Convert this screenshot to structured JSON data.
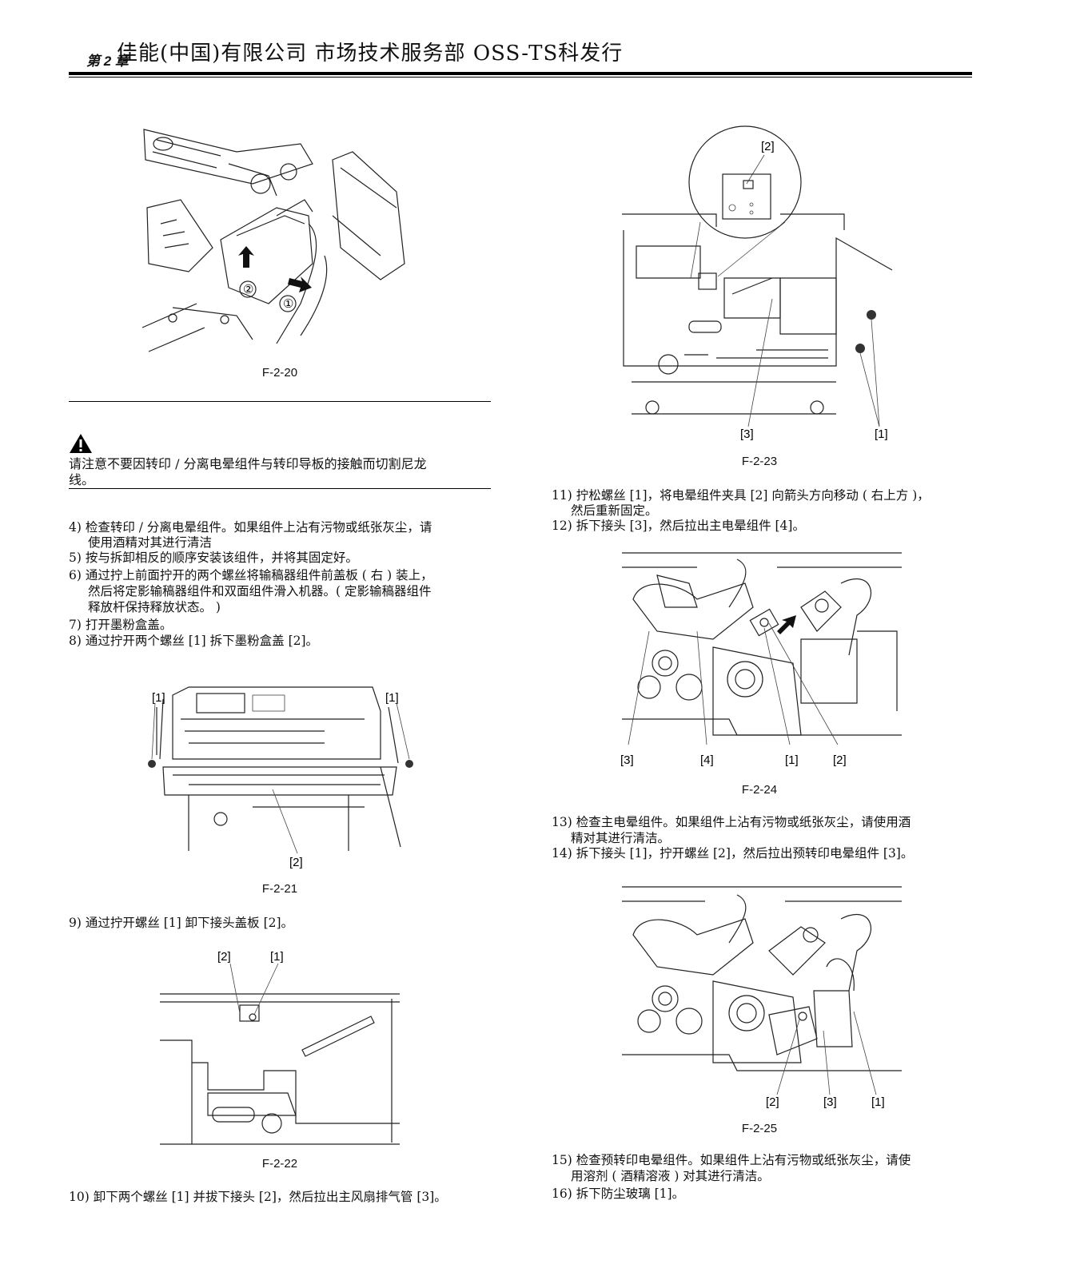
{
  "header": {
    "chapter": "第 2 章",
    "title": "佳能(中国)有限公司 市场技术服务部 OSS-TS科发行"
  },
  "warning": {
    "icon": "warning-triangle-icon",
    "text_line1": "请注意不要因转印 / 分离电晕组件与转印导板的接触而切割尼龙",
    "text_line2": "线。"
  },
  "figures": {
    "f20": {
      "caption": "F-2-20",
      "callouts": [
        "②",
        "①"
      ]
    },
    "f21": {
      "caption": "F-2-21",
      "labels": [
        "[1]",
        "[1]",
        "[2]"
      ]
    },
    "f22": {
      "caption": "F-2-22",
      "labels": [
        "[2]",
        "[1]"
      ]
    },
    "f23": {
      "caption": "F-2-23",
      "labels": [
        "[2]",
        "[3]",
        "[1]"
      ]
    },
    "f24": {
      "caption": "F-2-24",
      "labels": [
        "[3]",
        "[4]",
        "[1]",
        "[2]"
      ]
    },
    "f25": {
      "caption": "F-2-25",
      "labels": [
        "[2]",
        "[3]",
        "[1]"
      ]
    }
  },
  "left_steps": {
    "s4a": "4) 检查转印 / 分离电晕组件。如果组件上沾有污物或纸张灰尘，请",
    "s4b": "使用酒精对其进行清洁",
    "s5": "5) 按与拆卸相反的顺序安装该组件，并将其固定好。",
    "s6a": "6) 通过拧上前面拧开的两个螺丝将输稿器组件前盖板 ( 右 ) 装上，",
    "s6b": "然后将定影输稿器组件和双面组件滑入机器。( 定影输稿器组件",
    "s6c": "释放杆保持释放状态。 )",
    "s7": "7) 打开墨粉盒盖。",
    "s8": "8) 通过拧开两个螺丝 [1] 拆下墨粉盒盖 [2]。",
    "s9": "9) 通过拧开螺丝 [1] 卸下接头盖板 [2]。",
    "s10": "10) 卸下两个螺丝 [1] 并拔下接头 [2]，然后拉出主风扇排气管 [3]。"
  },
  "right_steps": {
    "s11a": "11) 拧松螺丝 [1]，将电晕组件夹具 [2] 向箭头方向移动 ( 右上方 )，",
    "s11b": "然后重新固定。",
    "s12": "12) 拆下接头 [3]，然后拉出主电晕组件 [4]。",
    "s13a": "13) 检查主电晕组件。如果组件上沾有污物或纸张灰尘，请使用酒",
    "s13b": "精对其进行清洁。",
    "s14": "14) 拆下接头 [1]，拧开螺丝 [2]，然后拉出预转印电晕组件 [3]。",
    "s15a": "15) 检查预转印电晕组件。如果组件上沾有污物或纸张灰尘，请使",
    "s15b": "用溶剂 ( 酒精溶液 ) 对其进行清洁。",
    "s16": "16) 拆下防尘玻璃 [1]。"
  }
}
